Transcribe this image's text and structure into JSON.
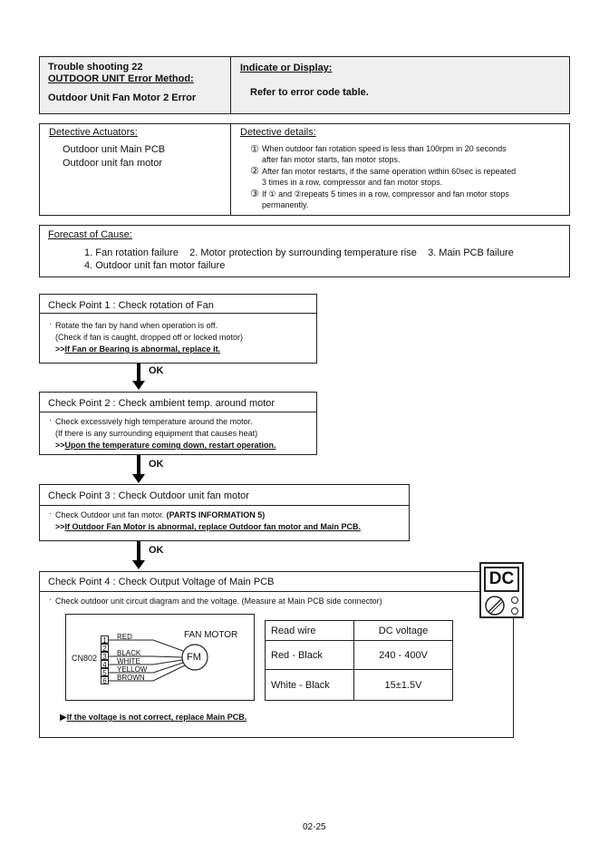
{
  "header": {
    "trouble_title": "Trouble shooting  22",
    "method_label": "OUTDOOR UNIT Error Method:",
    "error_name": "Outdoor Unit Fan Motor 2 Error",
    "indicate_label": "Indicate or Display:",
    "indicate_text": "Refer to error code table."
  },
  "detective": {
    "actuators_label": "Detective Actuators:",
    "actuators": [
      "Outdoor unit Main PCB",
      "Outdoor unit fan motor"
    ],
    "details_label": "Detective details:",
    "details": [
      {
        "mark": "①",
        "line1": "When outdoor fan rotation speed is less than 100rpm in 20 seconds",
        "line2": "after fan motor starts, fan motor stops."
      },
      {
        "mark": "②",
        "line1": "After fan motor restarts, if the same operation within 60sec is repeated",
        "line2": "3 times in a row, compressor and fan motor stops."
      },
      {
        "mark": "③",
        "line1": "If  ①  and  ②repeats 5 times in a row, compressor and fan motor stops",
        "line2": "permanently."
      }
    ]
  },
  "forecast": {
    "label": "Forecast of  Cause:",
    "line1": "1. Fan rotation failure    2. Motor protection by surrounding temperature rise    3. Main PCB failure",
    "line2": "4. Outdoor unit fan motor failure"
  },
  "checkpoints": [
    {
      "title": "Check Point 1 : Check rotation of Fan",
      "line1": "Rotate the fan by hand when operation is off.",
      "line2": "(Check if fan is caught, dropped off or locked motor)",
      "action": "If Fan or Bearing is abnormal, replace it."
    },
    {
      "title": "Check Point 2 : Check ambient temp. around motor",
      "line1": "Check excessively high temperature around the motor.",
      "line2": "(If there is any surrounding equipment that causes heat)",
      "action": "Upon the temperature coming down, restart operation."
    },
    {
      "title": "Check Point 3 : Check Outdoor unit fan motor",
      "line1": "Check Outdoor unit fan motor.",
      "line1_bold": "(PARTS INFORMATION 5)",
      "action": "If Outdoor Fan Motor is abnormal, replace Outdoor fan motor and Main PCB."
    },
    {
      "title": "Check Point 4 : Check Output Voltage of Main PCB",
      "line1": "Check outdoor unit circuit diagram and the voltage. (Measure at Main PCB side connector)",
      "action": "If the voltage is not correct, replace Main PCB."
    }
  ],
  "ok_label": "OK",
  "action_prefix": ">>",
  "bullet": "·",
  "dc_label": "DC",
  "diagram": {
    "connector": "CN802",
    "fan_motor_label": "FAN MOTOR",
    "fm": "FM",
    "pins": [
      "1",
      "2",
      "3",
      "4",
      "5",
      "6"
    ],
    "wires": [
      "RED",
      "BLACK",
      "WHITE",
      "YELLOW",
      "BROWN"
    ]
  },
  "voltage_table": {
    "headers": [
      "Read wire",
      "DC voltage"
    ],
    "rows": [
      [
        "Red - Black",
        "240 - 400V"
      ],
      [
        "White - Black",
        "15±1.5V"
      ]
    ]
  },
  "page_number": "02-25"
}
